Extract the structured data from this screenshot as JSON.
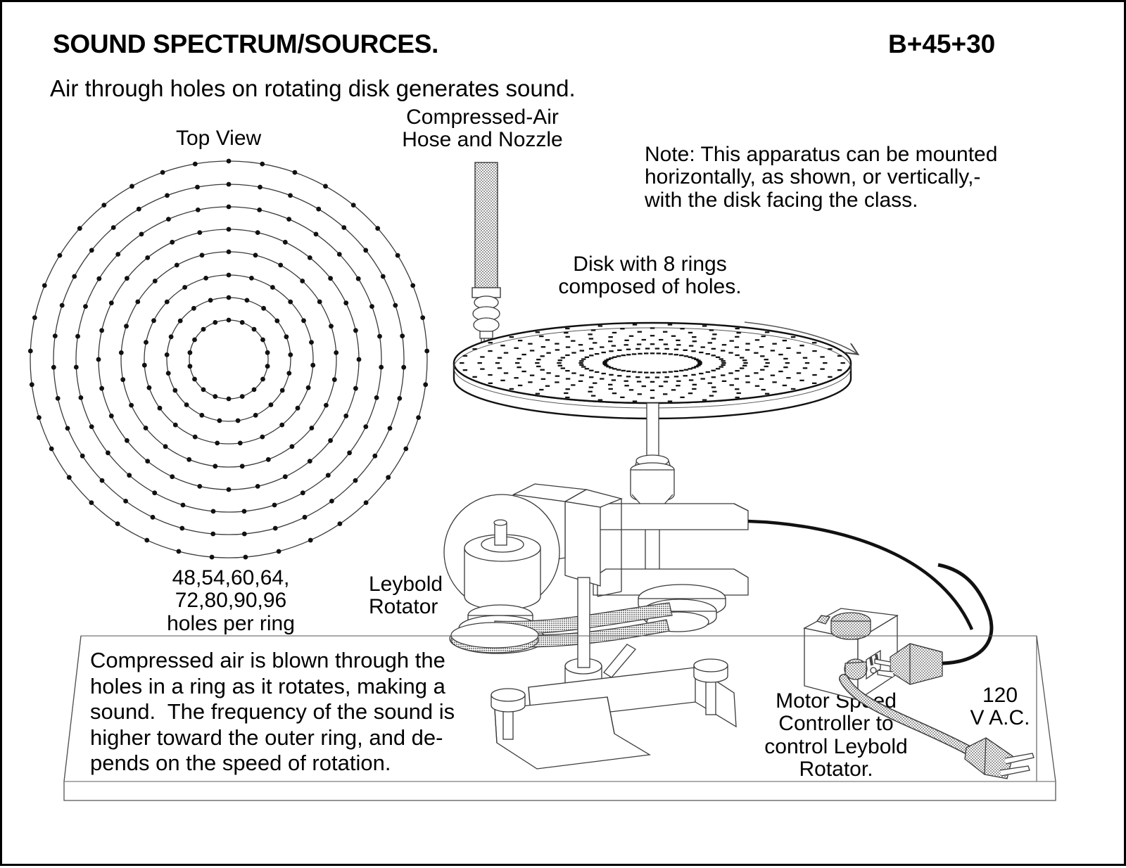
{
  "page": {
    "title": "SOUND SPECTRUM/SOURCES.",
    "code": "B+45+30",
    "subtitle": "Air through holes on rotating disk generates sound."
  },
  "labels": {
    "top_view": "Top View",
    "hose": "Compressed-Air\nHose and Nozzle",
    "note": "Note: This apparatus can be mounted\nhorizontally, as shown, or vertically,-\nwith the disk facing the class.",
    "disk": "Disk with 8 rings\ncomposed of holes.",
    "holes_per_ring": "48,54,60,64,\n72,80,90,96\nholes per ring",
    "rotator": "Leybold\nRotator",
    "controller": "Motor Speed\nController to\ncontrol Leybold\nRotator.",
    "voltage": "120\nV A.C.",
    "description": "Compressed air is blown through the\nholes in a ring as it rotates, making a\nsound.  The frequency of the sound is\nhigher toward the outer ring, and de-\npends on the speed of rotation."
  },
  "diagram": {
    "ring_hole_counts": [
      48,
      54,
      60,
      64,
      72,
      80,
      90,
      96
    ],
    "ring_count": 8,
    "colors": {
      "ink": "#1a1a1a",
      "line": "#4a4a4a",
      "hose_fill": "#a8a8a8",
      "belt_fill": "#8a8a8a",
      "knob_fill": "#9a9a9a",
      "cord_fill": "#9a9a9a",
      "paper": "#ffffff"
    }
  }
}
